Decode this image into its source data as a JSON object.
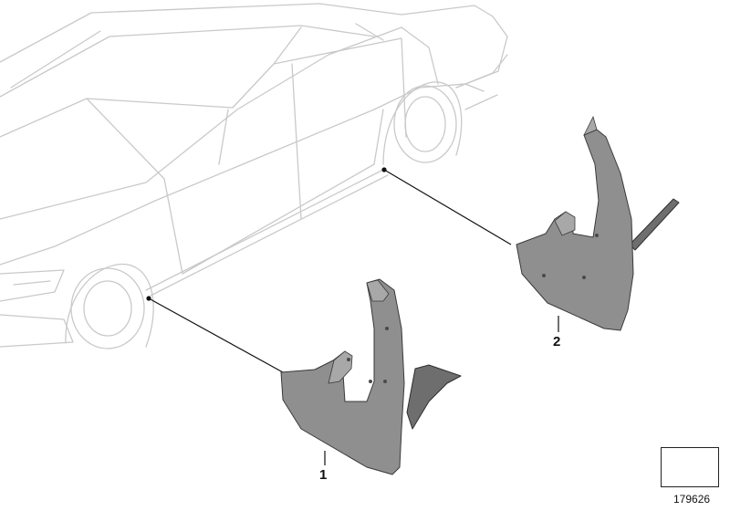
{
  "diagram": {
    "callouts": [
      {
        "id": "1",
        "label": "1"
      },
      {
        "id": "2",
        "label": "2"
      }
    ],
    "reference_number": "179626",
    "icons": {
      "navigation": "arrow-nav-icon"
    },
    "colors": {
      "car_outline": "#c9c9c9",
      "part_fill": "#8f8f8f",
      "leader_line": "#111111"
    }
  }
}
